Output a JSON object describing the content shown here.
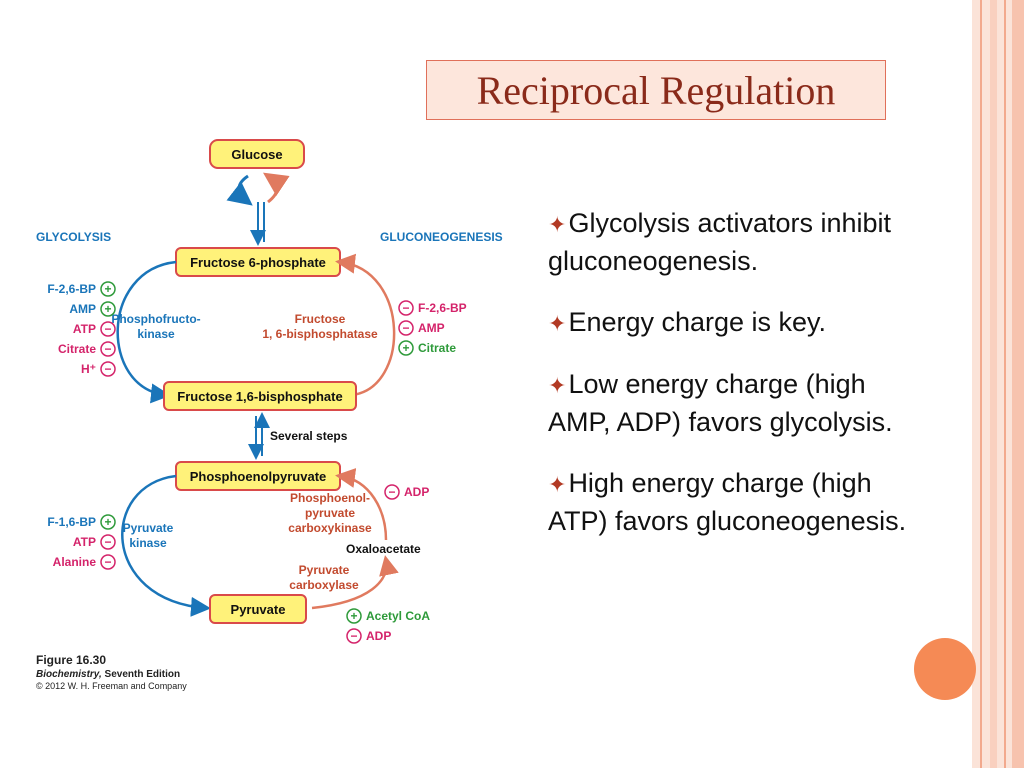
{
  "title": "Reciprocal Regulation",
  "bullets": [
    "Glycolysis activators inhibit gluconeogenesis.",
    "Energy charge is key.",
    "Low energy charge (high AMP, ADP) favors glycolysis.",
    "High energy charge (high ATP) favors gluconeogenesis."
  ],
  "diagram": {
    "headers": {
      "left": "GLYCOLYSIS",
      "right": "GLUCONEOGENESIS"
    },
    "nodes": {
      "glucose": "Glucose",
      "f6p": "Fructose 6-phosphate",
      "f16bp": "Fructose 1,6-bisphosphate",
      "pep": "Phosphoenolpyruvate",
      "pyruvate": "Pyruvate"
    },
    "enzymes": {
      "pfk": [
        "Phosphofructo-",
        "kinase"
      ],
      "fbpase": [
        "Fructose",
        "1, 6-bisphosphatase"
      ],
      "pepck": [
        "Phosphoenol-",
        "pyruvate",
        "carboxykinase"
      ],
      "pk": [
        "Pyruvate",
        "kinase"
      ],
      "pc": [
        "Pyruvate",
        "carboxylase"
      ]
    },
    "several_steps": "Several steps",
    "oxaloacetate": "Oxaloacetate",
    "regulators": {
      "pfk": [
        {
          "name": "F-2,6-BP",
          "sign": "+"
        },
        {
          "name": "AMP",
          "sign": "+"
        },
        {
          "name": "ATP",
          "sign": "−"
        },
        {
          "name": "Citrate",
          "sign": "−"
        },
        {
          "name": "H⁺",
          "sign": "−"
        }
      ],
      "fbpase": [
        {
          "name": "F-2,6-BP",
          "sign": "−"
        },
        {
          "name": "AMP",
          "sign": "−"
        },
        {
          "name": "Citrate",
          "sign": "+"
        }
      ],
      "pk": [
        {
          "name": "F-1,6-BP",
          "sign": "+"
        },
        {
          "name": "ATP",
          "sign": "−"
        },
        {
          "name": "Alanine",
          "sign": "−"
        }
      ],
      "pepck": [
        {
          "name": "ADP",
          "sign": "−"
        }
      ],
      "pc": [
        {
          "name": "Acetyl CoA",
          "sign": "+"
        },
        {
          "name": "ADP",
          "sign": "−"
        }
      ]
    },
    "caption": {
      "figure": "Figure 16.30",
      "book": "Biochemistry,",
      "edition": " Seventh Edition",
      "copyright": "© 2012 W. H. Freeman and Company"
    }
  },
  "colors": {
    "blue_arrow": "#1a75b9",
    "salmon_arrow": "#e07a5f",
    "activator": "#2e9a3a",
    "inhibitor": "#d4236a",
    "node_fill": "#fff27a",
    "node_border": "#d94a4a",
    "accent_dot": "#f58a55",
    "title_bg": "#fde6dc"
  }
}
